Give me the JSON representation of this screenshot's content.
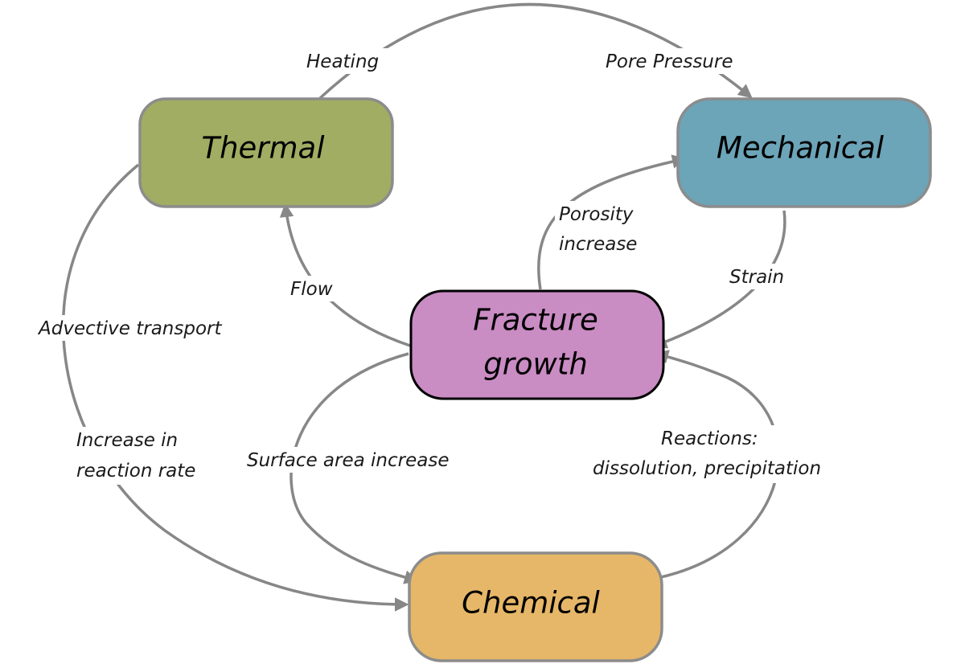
{
  "nodes": {
    "thermal": {
      "label": "Thermal",
      "color": "#a1ad62"
    },
    "mechanical": {
      "label": "Mechanical",
      "color": "#6ca4b8"
    },
    "fracture": {
      "line1": "Fracture",
      "line2": "growth",
      "color": "#c98cc3"
    },
    "chemical": {
      "label": "Chemical",
      "color": "#e6b768"
    }
  },
  "edges": {
    "heating": "Heating",
    "pore_pressure": "Pore Pressure",
    "porosity_line1": "Porosity",
    "porosity_line2": "increase",
    "strain": "Strain",
    "flow": "Flow",
    "advective": "Advective transport",
    "increase_line1": "Increase in",
    "increase_line2": "reaction rate",
    "surface": "Surface area increase",
    "reactions_line1": "Reactions:",
    "reactions_line2": "dissolution, precipitation"
  },
  "colors": {
    "edge": "#878787",
    "node_border": "#8c8c8c",
    "center_border": "#000000"
  }
}
